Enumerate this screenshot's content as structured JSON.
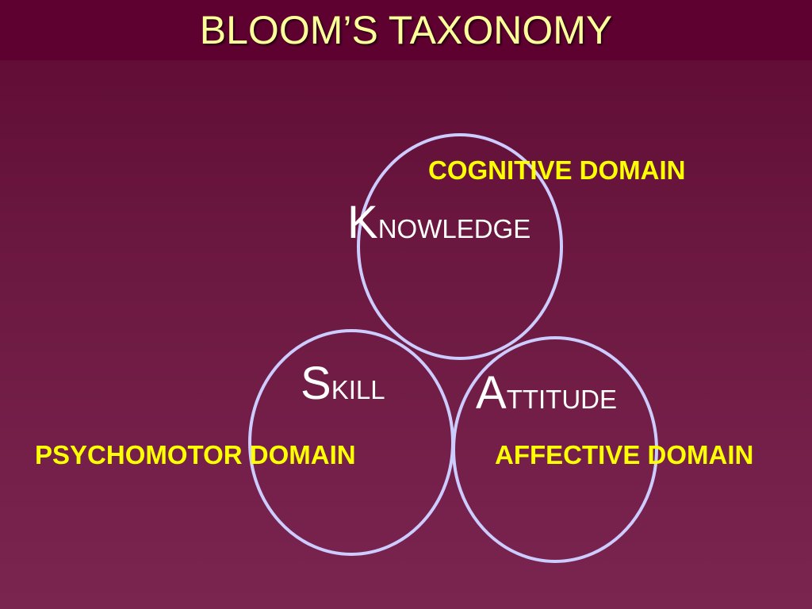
{
  "title": "BLOOM’S TAXONOMY",
  "colors": {
    "background": "#6b1840",
    "title_bar": "#5e0030",
    "title_text": "#ffff99",
    "domain_text": "#ffff00",
    "concept_text": "#ffffff",
    "circle_stroke": "#ccccff"
  },
  "circles": [
    {
      "domain": "COGNITIVE DOMAIN",
      "initial": "K",
      "rest": "NOWLEDGE"
    },
    {
      "domain": "PSYCHOMOTOR DOMAIN",
      "initial": "S",
      "rest": "KILL"
    },
    {
      "domain": "AFFECTIVE DOMAIN",
      "initial": "A",
      "rest": "TTITUDE"
    }
  ]
}
